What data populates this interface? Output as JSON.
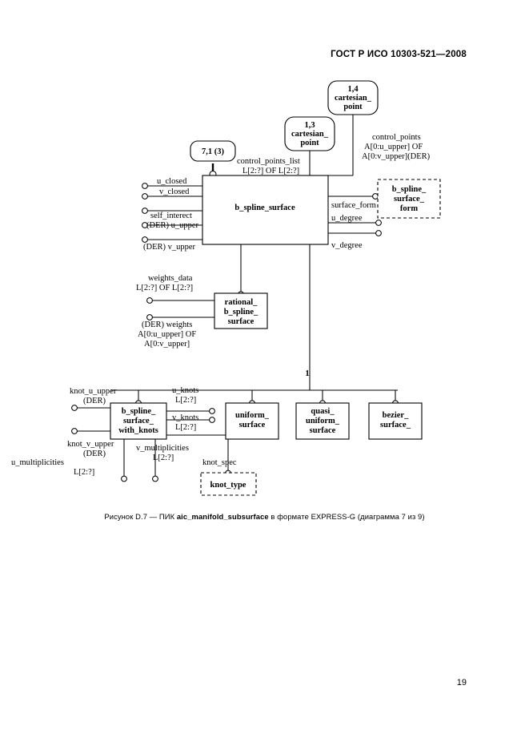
{
  "document": {
    "header": "ГОСТ Р ИСО 10303-521—2008",
    "page_number": "19",
    "caption_prefix": "Рисунок D.7 — ПИК ",
    "caption_bold": "aic_manifold_subsurface",
    "caption_suffix": " в формате EXPRESS-G (диаграмма 7 из 9)"
  },
  "diagram": {
    "type": "EXPRESS-G",
    "page_reference_boxes": [
      {
        "id": "ref-7-1",
        "label_line1": "7,1 (3)",
        "shape": "rounded"
      },
      {
        "id": "ref-1-3",
        "label_line1": "1,3",
        "label_line2": "cartesian_",
        "label_line3": "point",
        "shape": "rounded"
      },
      {
        "id": "ref-1-4",
        "label_line1": "1,4",
        "label_line2": "cartesian_",
        "label_line3": "point",
        "shape": "rounded"
      }
    ],
    "entities": [
      {
        "id": "b-spline-surface",
        "label_line1": "b_spline_surface",
        "shape": "solid"
      },
      {
        "id": "b-spline-surface-form",
        "label_line1": "b_spline_",
        "label_line2": "surface_",
        "label_line3": "form",
        "shape": "dashed"
      },
      {
        "id": "rational-b-spline-surface",
        "label_line1": "rational_",
        "label_line2": "b_spline_",
        "label_line3": "surface",
        "shape": "solid"
      },
      {
        "id": "b-spline-surface-with-knots",
        "label_line1": "b_spline_",
        "label_line2": "surface_",
        "label_line3": "with_knots",
        "shape": "solid"
      },
      {
        "id": "uniform-surface",
        "label_line1": "uniform_",
        "label_line2": "surface",
        "shape": "solid"
      },
      {
        "id": "quasi-uniform-surface",
        "label_line1": "quasi_",
        "label_line2": "uniform_",
        "label_line3": "surface",
        "shape": "solid"
      },
      {
        "id": "bezier-surface",
        "label_line1": "bezier_",
        "label_line2": "surface_",
        "shape": "solid"
      },
      {
        "id": "knot-type",
        "label_line1": "knot_type",
        "shape": "dashed"
      }
    ],
    "attributes": {
      "u_closed": "u_closed",
      "v_closed": "v_closed",
      "self_interect": "self_interect",
      "der_u_upper": "(DER) u_upper",
      "der_v_upper": "(DER) v_upper",
      "surface_form": "surface_form",
      "u_degree": "u_degree",
      "v_degree": "v_degree",
      "control_points_list_l1": "control_points_list",
      "control_points_list_l2": "L[2:?] OF L[2:?]",
      "control_points_l1": "control_points",
      "control_points_l2": "A[0:u_upper] OF",
      "control_points_l3": "A[0:v_upper](DER)",
      "weights_data_l1": "weights_data",
      "weights_data_l2": "L[2:?] OF L[2:?]",
      "der_weights_l1": "(DER) weights",
      "der_weights_l2": "A[0:u_upper] OF",
      "der_weights_l3": "A[0:v_upper]",
      "knot_u_upper_l1": "knot_u_upper",
      "knot_u_upper_l2": "(DER)",
      "knot_v_upper_l1": "knot_v_upper",
      "knot_v_upper_l2": "(DER)",
      "u_multiplicities_l1": "u_multiplicities",
      "u_multiplicities_l2": "L[2:?]",
      "v_multiplicities_l1": "v_multiplicities",
      "v_multiplicities_l2": "L[2:?]",
      "u_knots_l1": "u_knots",
      "u_knots_l2": "L[2:?]",
      "v_knots_l1": "v_knots",
      "v_knots_l2": "L[2:?]",
      "knot_spec": "knot_spec",
      "subtype_count": "1"
    }
  }
}
